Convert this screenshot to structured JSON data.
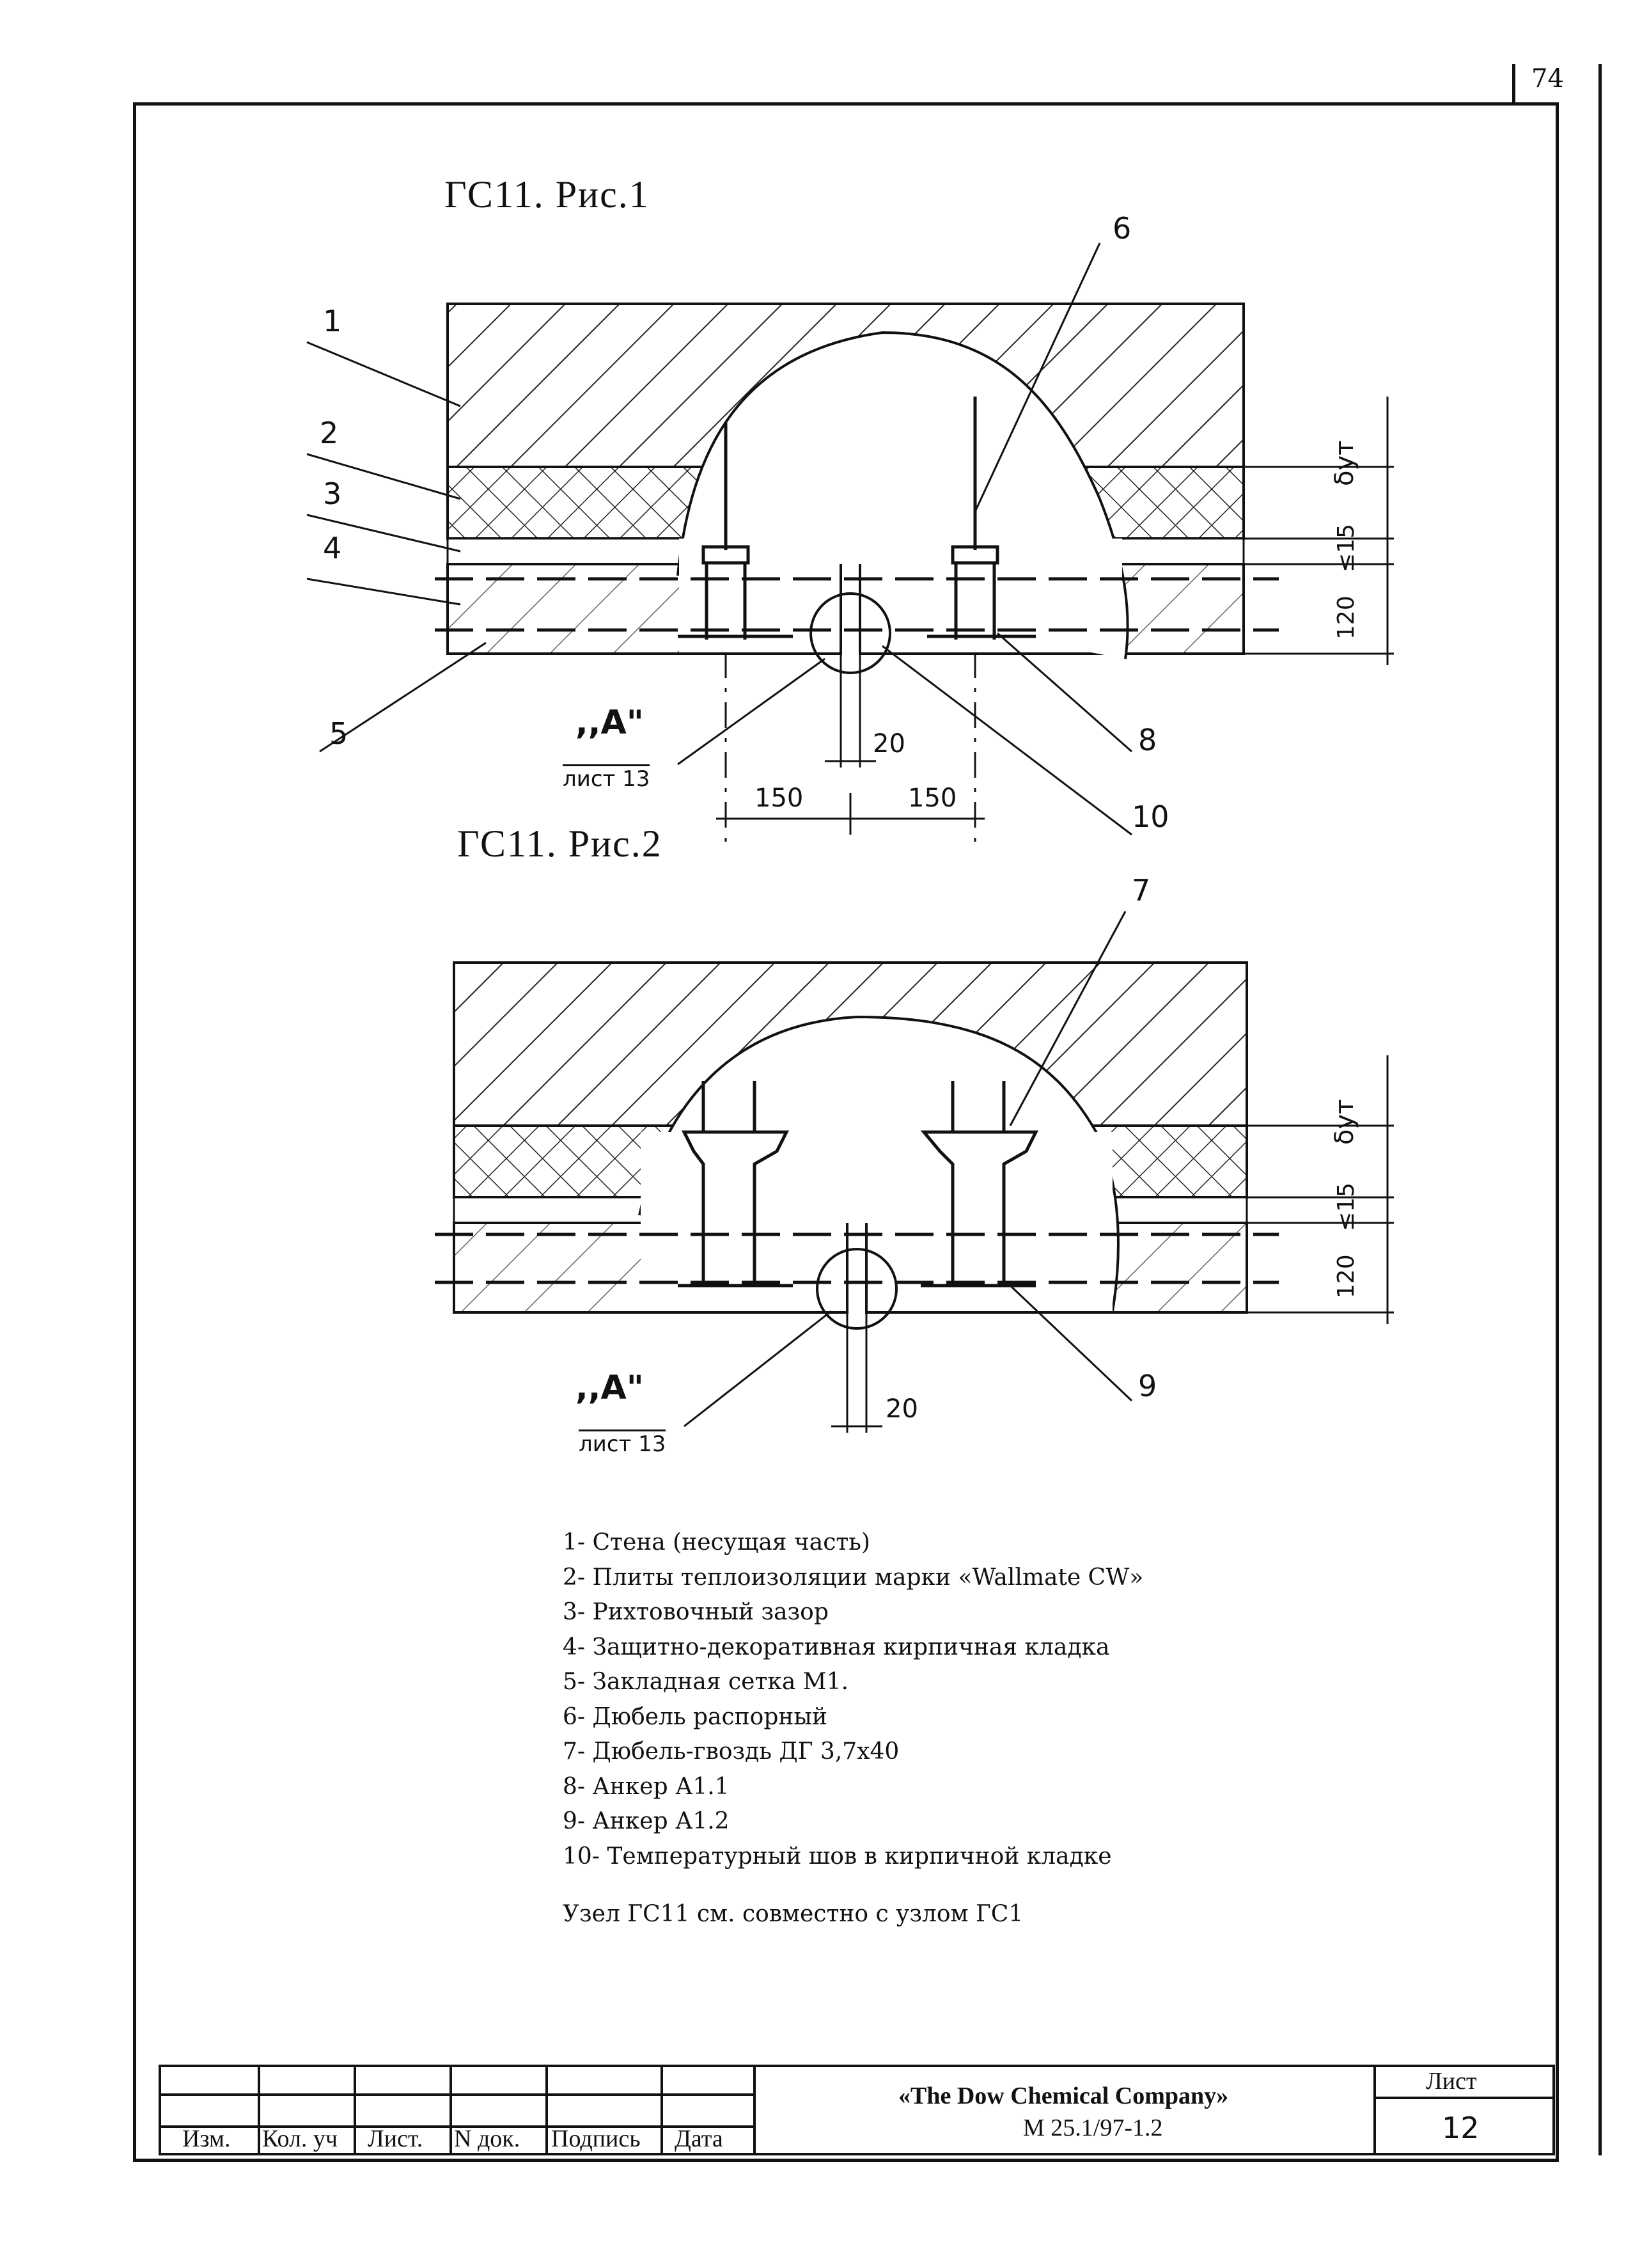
{
  "sheet_corner_number": "74",
  "fig1": {
    "title": "ГС11. Рис.1"
  },
  "fig2": {
    "title": "ГС11. Рис.2"
  },
  "callouts": {
    "c1": "1",
    "c2": "2",
    "c3": "3",
    "c4": "4",
    "c5": "5",
    "c6": "6",
    "c7": "7",
    "c8": "8",
    "c9": "9",
    "c10": "10"
  },
  "dims": {
    "d_insul": "δут",
    "d_gap": "≤15",
    "d_brick": "120",
    "d_joint": "20",
    "d_150_left": "150",
    "d_150_right": "150",
    "d_insul2": "δут",
    "d_gap2": "≤15",
    "d_brick2": "120",
    "d_joint2": "20"
  },
  "refs": {
    "ref1_label": ",,А\"",
    "ref1_sheet": "лист 13",
    "ref2_label": ",,А\"",
    "ref2_sheet": "лист 13"
  },
  "legend": [
    "1- Стена (несущая часть)",
    "2- Плиты теплоизоляции марки «Wallmate CW»",
    "3- Рихтовочный зазор",
    "4- Защитно-декоративная кирпичная кладка",
    "5- Закладная сетка М1.",
    "6- Дюбель распорный",
    "7- Дюбель-гвоздь ДГ 3,7х40",
    "8- Анкер А1.1",
    "9- Анкер А1.2",
    "10- Температурный шов в кирпичной кладке"
  ],
  "note": "Узел ГС11 см. совместно с узлом ГС1",
  "title_block": {
    "headers": [
      "Изм.",
      "Кол. уч",
      "Лист.",
      "N док.",
      "Подпись",
      "Дата"
    ],
    "company": "«The Dow Chemical Company»",
    "doc_code": "М 25.1/97-1.2",
    "sheet_label": "Лист",
    "sheet_number": "12"
  }
}
